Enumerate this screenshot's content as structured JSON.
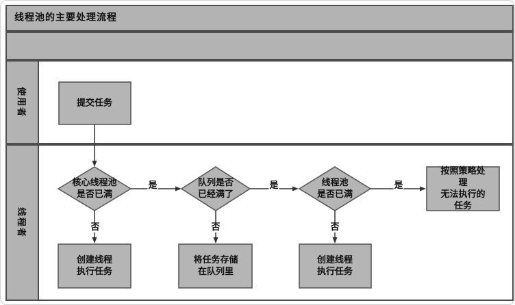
{
  "title": "线程池的主要处理流程",
  "lanes": {
    "user": "使用者",
    "pool": "线程者"
  },
  "nodes": {
    "submit": "提交任务",
    "core_full": "核心线程池\n是否已满",
    "queue_full": "队列是否\n已经满了",
    "pool_full": "线程池\n是否已满",
    "create1": "创建线程\n执行任务",
    "store": "将任务存储\n在队列里",
    "create2": "创建线程\n执行任务",
    "policy": "按照策略处理\n无法执行的任务"
  },
  "edge_labels": {
    "yes": "是",
    "no": "否"
  },
  "colors": {
    "cell_fill": "#b3b3b3",
    "cell_border": "#4d4d4d",
    "node_fill": "#b5b5b5",
    "node_border": "#595959",
    "arrow": "#333333",
    "text": "#111111"
  }
}
